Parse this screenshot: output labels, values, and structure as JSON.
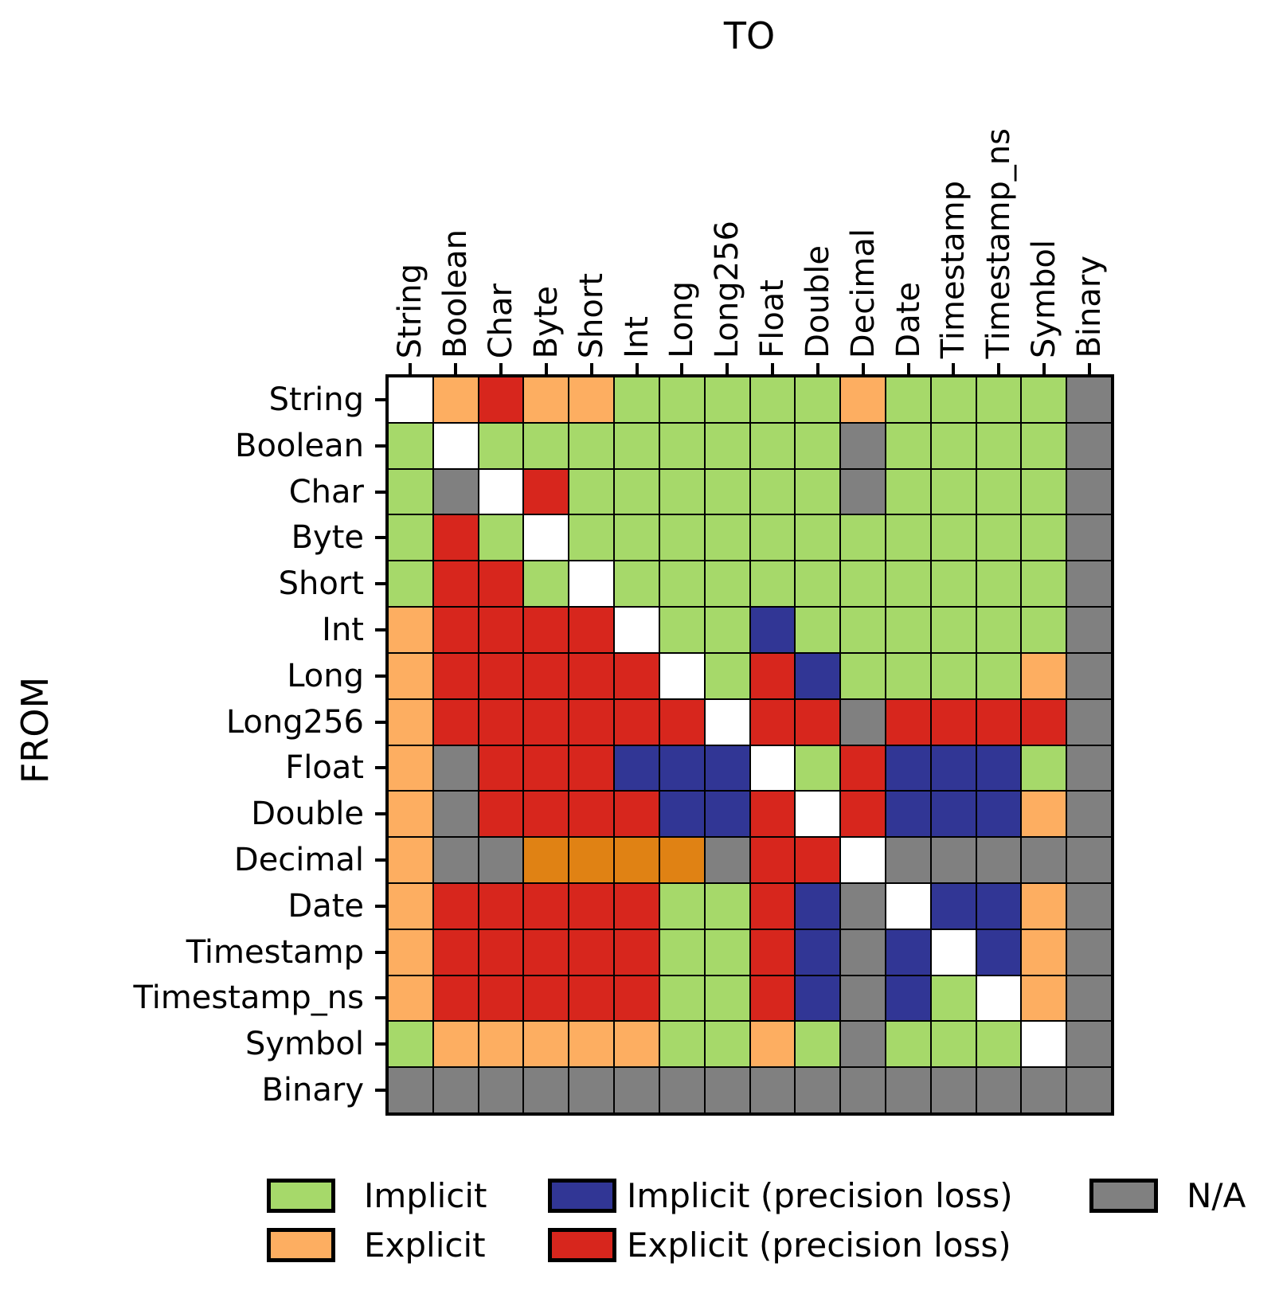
{
  "titles": {
    "to": "TO",
    "from": "FROM"
  },
  "types": [
    "String",
    "Boolean",
    "Char",
    "Byte",
    "Short",
    "Int",
    "Long",
    "Long256",
    "Float",
    "Double",
    "Decimal",
    "Date",
    "Timestamp",
    "Timestamp_ns",
    "Symbol",
    "Binary"
  ],
  "palette": {
    "G": "#A6D96A",
    "O": "#FDAE61",
    "B": "#313695",
    "R": "#D7261D",
    "D": "#E08214",
    "N": "#808080",
    "W": "#FFFFFF"
  },
  "legend": [
    {
      "label": "Implicit",
      "color": "#A6D96A"
    },
    {
      "label": "Explicit",
      "color": "#FDAE61"
    },
    {
      "label": "Implicit (precision loss)",
      "color": "#313695"
    },
    {
      "label": "Explicit (precision loss)",
      "color": "#D7261D"
    },
    {
      "label": "N/A",
      "color": "#808080"
    }
  ],
  "chart_data": {
    "type": "heatmap",
    "title": "",
    "xlabel": "TO",
    "ylabel": "FROM",
    "rows_axis": "FROM (one row per source type)",
    "cols_axis": "TO (one column per destination type)",
    "categories": [
      "String",
      "Boolean",
      "Char",
      "Byte",
      "Short",
      "Int",
      "Long",
      "Long256",
      "Float",
      "Double",
      "Decimal",
      "Date",
      "Timestamp",
      "Timestamp_ns",
      "Symbol",
      "Binary"
    ],
    "code_legend": {
      "G": "Implicit",
      "O": "Explicit",
      "B": "Implicit (precision loss)",
      "R": "Explicit (precision loss)",
      "N": "N/A",
      "D": "dark-orange cell (no legend entry)",
      "W": "blank diagonal / same type"
    },
    "matrix": [
      "WOROOGGGGGOGGGGN",
      "GWGGGGGGGGNGGGGN",
      "GNWRGGGGGGNGGGGN",
      "GRGWGGGGGGGGGGGN",
      "GRRGWGGGGGGGGGGN",
      "ORRRRWGGBGGGGGGN",
      "ORRRRRWGRBGGGGON",
      "ORRRRRRWRRNRRRRN",
      "ONRRRBBBWGRBBBGN",
      "ONRRRRBBRWRBBBON",
      "ONNDDDDNRRWNNNNN",
      "ORRRRRGGRBNWBBON",
      "ORRRRRGGRBNBWBON",
      "ORRRRRGGRBNBGWON",
      "GOOOOOGGOGNGGGWN",
      "NNNNNNNNNNNNNNNN"
    ],
    "grid": true,
    "legend_position": "bottom"
  }
}
